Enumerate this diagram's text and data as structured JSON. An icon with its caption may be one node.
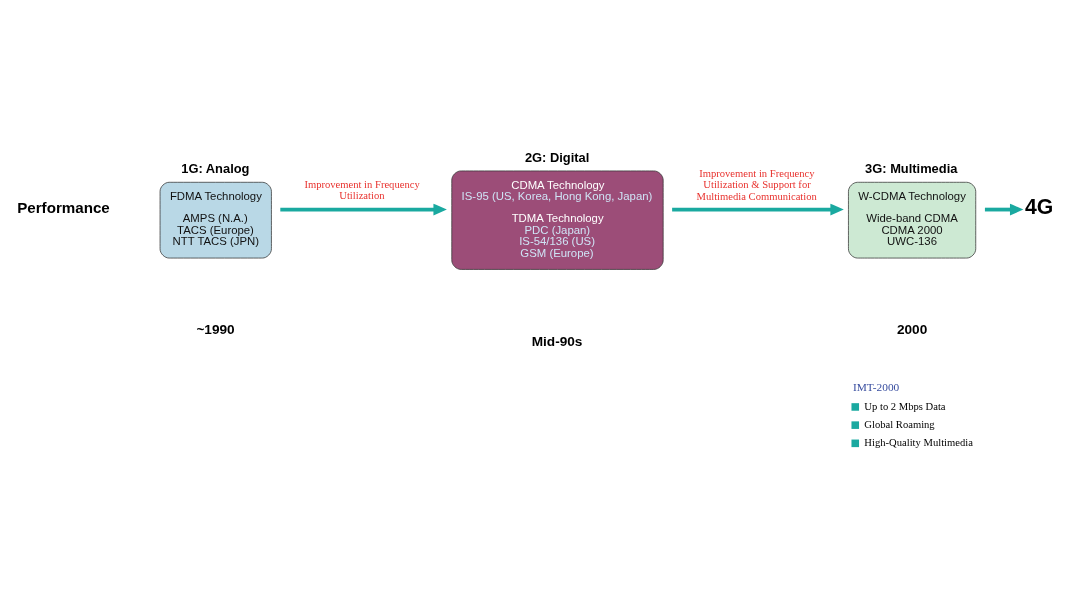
{
  "diagram": {
    "nodes": [
      {
        "text": [
          "1G: Analog",
          "FDMA Technology",
          "AMPS (N.A.)",
          "TACS (Europe)",
          "NTT TACS (JPN)"
        ]
      },
      {
        "text": [
          "2G: Digital",
          "CDMA Technology",
          "IS-95 (US, Korea, Hong Kong, Japan)",
          "TDMA Technology",
          "PDC (Japan)",
          "IS-54/136 (US)",
          "GSM (Europe)"
        ]
      },
      {
        "text": [
          "3G: Multimedia",
          "W-CDMA Technology",
          "Wide-band CDMA",
          "CDMA 2000",
          "UWC-136"
        ]
      },
      {
        "text": [
          "4G"
        ]
      }
    ],
    "edges": [
      {
        "from": 0,
        "to": 1,
        "arrow": "to",
        "label": "Improvement in Frequency Utilization"
      },
      {
        "from": 1,
        "to": 2,
        "arrow": "to",
        "label": "Improvement in Frequency Utilization & Support for Multimedia Communication"
      },
      {
        "from": 2,
        "to": 3,
        "arrow": "to"
      }
    ],
    "labels": [
      "Performance",
      "IMT-2000",
      "Up to 2 Mbps Data",
      "Global Roaming",
      "High-Quality Multimedia",
      "~1990",
      "Mid-90s",
      "2000"
    ]
  }
}
